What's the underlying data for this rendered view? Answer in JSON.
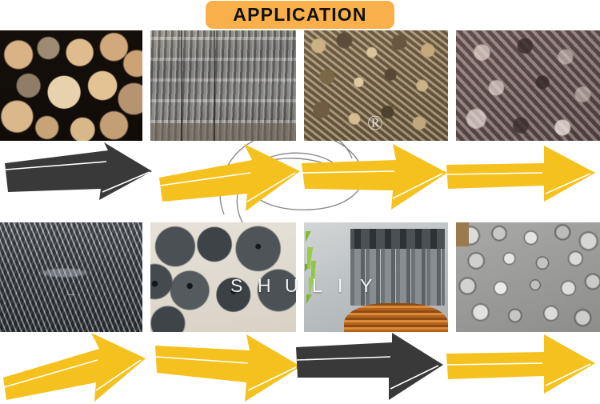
{
  "banner": {
    "title": "APPLICATION",
    "background_color": "#f9b04b",
    "text_color": "#111111"
  },
  "palette": {
    "arrow_yellow": "#f5c11e",
    "arrow_dark": "#393939",
    "page_background": "#ffffff",
    "watermark_outline": "#7d7d7d"
  },
  "watermark": {
    "brand_text": "SHULIY",
    "letters": [
      "S",
      "H",
      "U",
      "L",
      "I",
      "Y"
    ],
    "registered_mark": "®"
  },
  "rows": [
    {
      "row_name": "raw-materials-row",
      "photos": [
        {
          "id": "photo-logs",
          "alt": "Stacked round wood logs cross-sections"
        },
        {
          "id": "photo-wood-sticks",
          "alt": "Bundled charcoal sticks in baskets"
        },
        {
          "id": "photo-wood-chips",
          "alt": "Mixed wood and coconut shell chips"
        },
        {
          "id": "photo-shell-charcoal",
          "alt": "Dark coconut shell charcoal chunks"
        }
      ],
      "arrows": [
        {
          "id": "arrow-1",
          "color": "#393939",
          "direction": "right"
        },
        {
          "id": "arrow-2",
          "color": "#f5c11e",
          "direction": "right"
        },
        {
          "id": "arrow-3",
          "color": "#f5c11e",
          "direction": "right"
        },
        {
          "id": "arrow-4",
          "color": "#f5c11e",
          "direction": "right"
        }
      ]
    },
    {
      "row_name": "finished-products-row",
      "photos": [
        {
          "id": "photo-briquette-bin",
          "alt": "Charcoal briquette sticks stacked in a bin"
        },
        {
          "id": "photo-charcoal-discs",
          "alt": "Round charcoal briquette discs with center holes"
        },
        {
          "id": "photo-bamboo-tubes",
          "alt": "Hollow bamboo charcoal tubes in basket with bamboo leaves"
        },
        {
          "id": "photo-shell-cups",
          "alt": "Silver grey shell charcoal half-cups"
        }
      ],
      "arrows": [
        {
          "id": "arrow-5",
          "color": "#f5c11e",
          "direction": "right"
        },
        {
          "id": "arrow-6",
          "color": "#f5c11e",
          "direction": "right"
        },
        {
          "id": "arrow-7",
          "color": "#393939",
          "direction": "right"
        },
        {
          "id": "arrow-8",
          "color": "#f5c11e",
          "direction": "right"
        }
      ]
    }
  ]
}
